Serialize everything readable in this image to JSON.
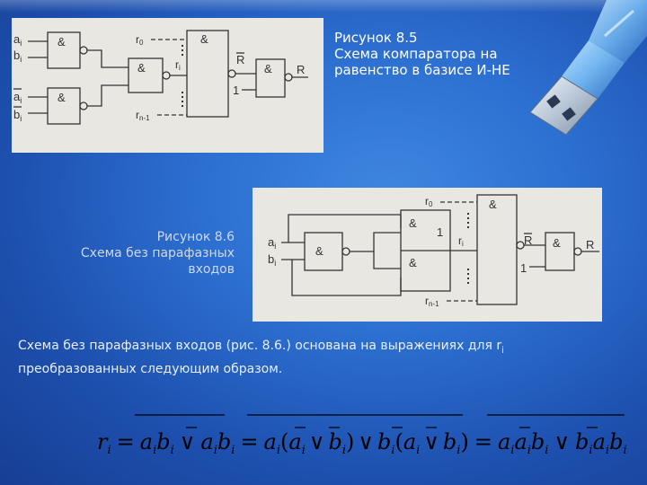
{
  "figure1": {
    "caption_title": "Рисунок 8.5",
    "caption_line1": "Схема компаратора на",
    "caption_line2": "равенство в базисе И-НЕ",
    "gate_symbol": "&",
    "input_a": "a",
    "input_b": "b",
    "index": "i",
    "r0": "r",
    "r0_sub": "0",
    "rn1": "r",
    "rn1_sub": "n-1",
    "ri": "r",
    "ri_sub": "i",
    "one": "1",
    "out_R_bar": "R",
    "out_R": "R"
  },
  "figure2": {
    "caption_title": "Рисунок 8.6",
    "caption_line1": "Схема без парафазных",
    "caption_line2": "входов",
    "gate_symbol": "&",
    "input_a": "a",
    "input_b": "b",
    "index": "i",
    "r0": "r",
    "r0_sub": "0",
    "rn1": "r",
    "rn1_sub": "n-1",
    "ri": "r",
    "ri_sub": "i",
    "one": "1",
    "out_R_bar": "R",
    "out_R": "R"
  },
  "body": {
    "text_main": "Схема без парафазных входов (рис. 8.6.) основана на выражениях для r",
    "text_sub": "i",
    "text_cont": "преобразованных следующим образом."
  },
  "formula": {
    "r": "r",
    "a": "a",
    "b": "b",
    "i": "i",
    "eq": "=",
    "or": "∨",
    "lp": "(",
    "rp": ")"
  },
  "colors": {
    "background": "#2c6fd0",
    "figure_bg": "#e9e7e2",
    "ink": "#333333"
  }
}
